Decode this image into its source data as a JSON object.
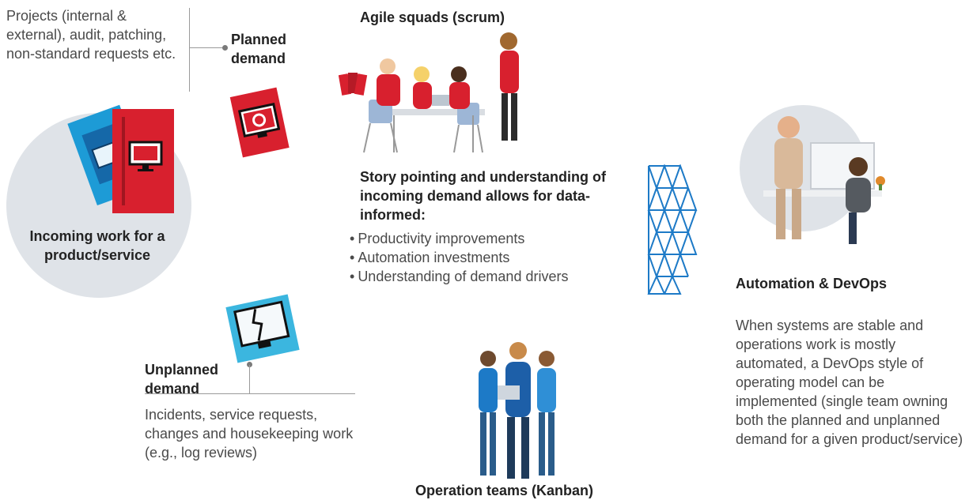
{
  "planned": {
    "description": "Projects (internal & external), audit, patching, non-standard requests etc.",
    "label": "Planned demand"
  },
  "incoming": {
    "label": "Incoming work for a product/service"
  },
  "agile": {
    "title": "Agile squads (scrum)",
    "story_heading": "Story pointing and understanding of incoming demand allows for data-informed:",
    "bullets": [
      "Productivity improvements",
      "Automation investments",
      "Understanding of demand drivers"
    ]
  },
  "unplanned": {
    "label": "Unplanned demand",
    "description": "Incidents, service requests, changes and housekeeping work (e.g., log reviews)"
  },
  "operation": {
    "title": "Operation teams (Kanban)"
  },
  "devops": {
    "title": "Automation & DevOps",
    "description": "When systems are stable and operations work is mostly automated, a DevOps style of operating model can be implemented (single team owning both the planned and unplanned demand for a given product/service)"
  },
  "colors": {
    "red": "#d8202e",
    "blue": "#1d7ac7",
    "lightblue": "#3bb6df",
    "circle": "#dfe3e8"
  }
}
